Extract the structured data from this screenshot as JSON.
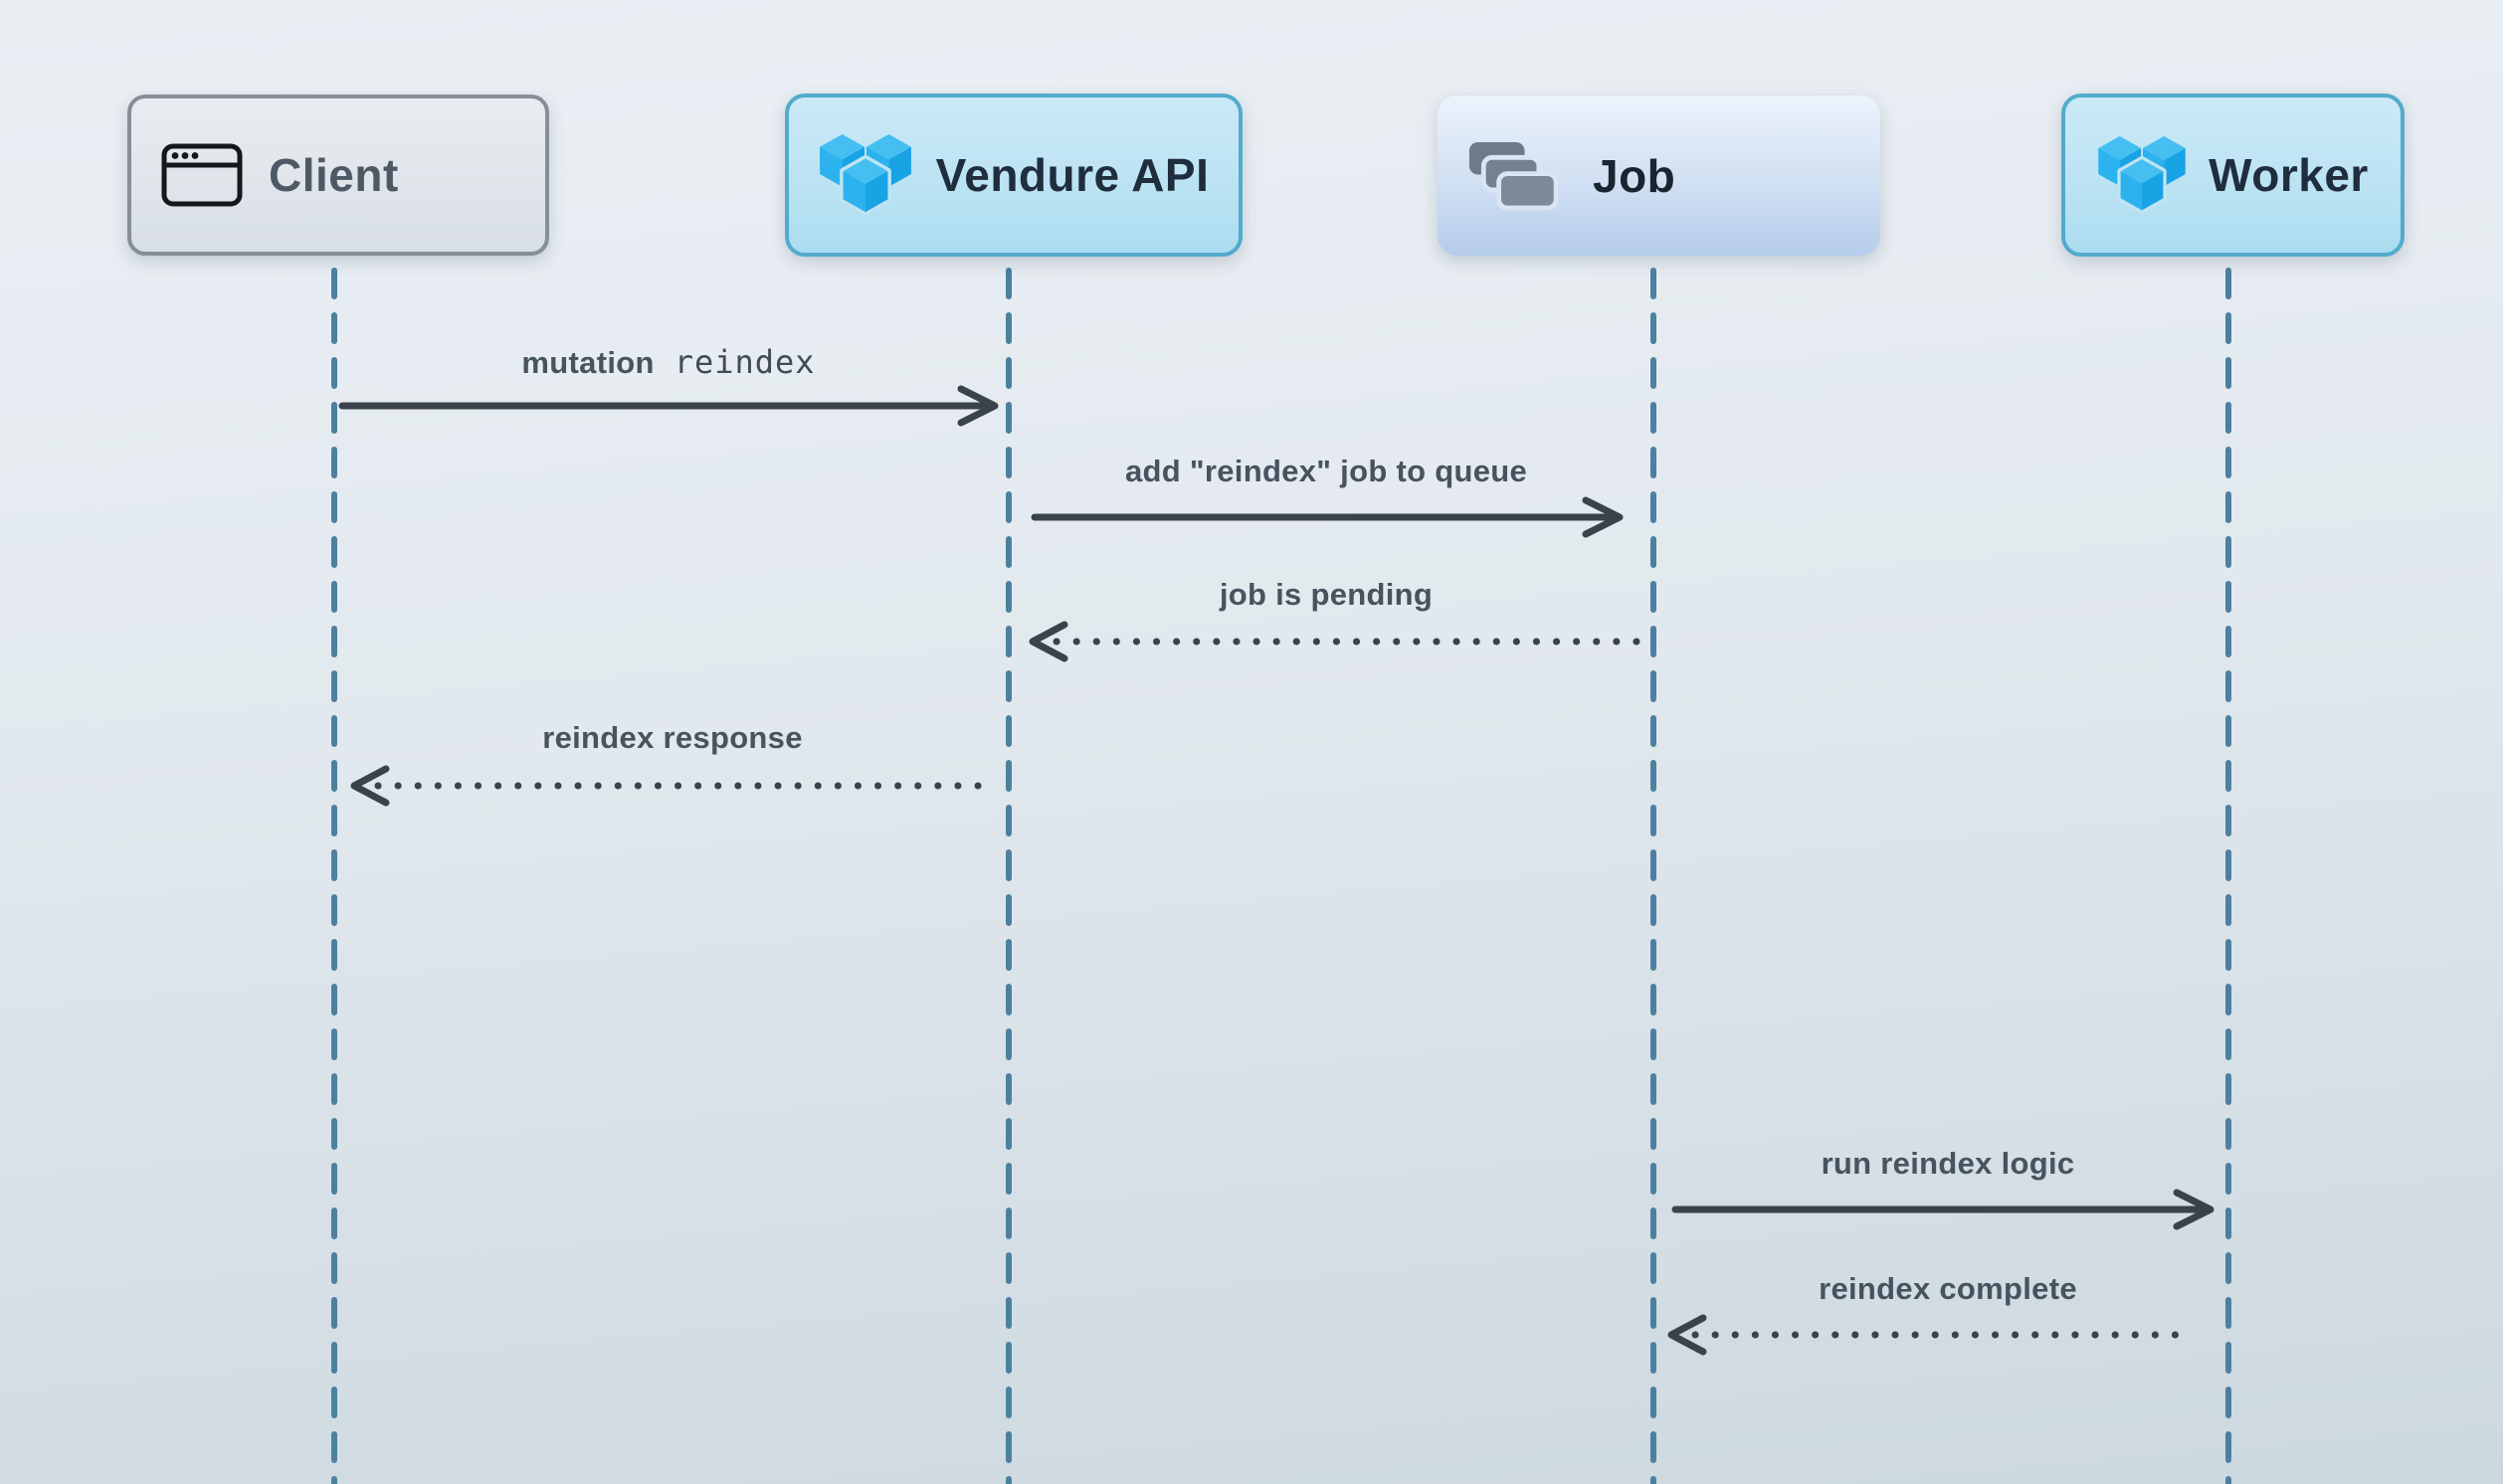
{
  "diagram": {
    "type": "sequence-diagram",
    "actors": [
      {
        "id": "client",
        "label": "Client",
        "icon": "browser-window-icon"
      },
      {
        "id": "vendure-api",
        "label": "Vendure API",
        "icon": "vendure-cube-logo-icon"
      },
      {
        "id": "job",
        "label": "Job",
        "icon": "stacked-cards-icon"
      },
      {
        "id": "worker",
        "label": "Worker",
        "icon": "vendure-cube-logo-icon"
      }
    ],
    "messages": [
      {
        "from": "Client",
        "to": "Vendure API",
        "text": "mutation",
        "code": "reindex",
        "line_style": "solid",
        "direction": "right"
      },
      {
        "from": "Vendure API",
        "to": "Job",
        "text": "add \"reindex\" job to queue",
        "line_style": "solid",
        "direction": "right"
      },
      {
        "from": "Job",
        "to": "Vendure API",
        "text": "job is pending",
        "line_style": "dotted",
        "direction": "left"
      },
      {
        "from": "Vendure API",
        "to": "Client",
        "text": "reindex response",
        "line_style": "dotted",
        "direction": "left"
      },
      {
        "from": "Job",
        "to": "Worker",
        "text": "run reindex logic",
        "line_style": "solid",
        "direction": "right"
      },
      {
        "from": "Worker",
        "to": "Job",
        "text": "reindex complete",
        "line_style": "dotted",
        "direction": "left"
      }
    ],
    "colors": {
      "background_top": "#eaeff4",
      "background_bottom": "#ccd8df",
      "lifeline": "#4d80a0",
      "arrow": "#3a434b",
      "message_text": "#47535e",
      "client_box_border": "#868f97",
      "client_box_fill": "#e3e9ee",
      "client_text": "#4d5a66",
      "vendure_box_border": "#52abcc",
      "vendure_box_fill": "#bce3f3",
      "vendure_text": "#1f2d3d",
      "job_box_fill_top": "#ecf3fc",
      "job_box_fill_bottom": "#b5cdeb",
      "job_icon_gray": "#75818e",
      "logo_blue_top": "#45bef2",
      "logo_blue_left": "#2cb2ee",
      "logo_blue_right": "#18a3e4"
    }
  }
}
